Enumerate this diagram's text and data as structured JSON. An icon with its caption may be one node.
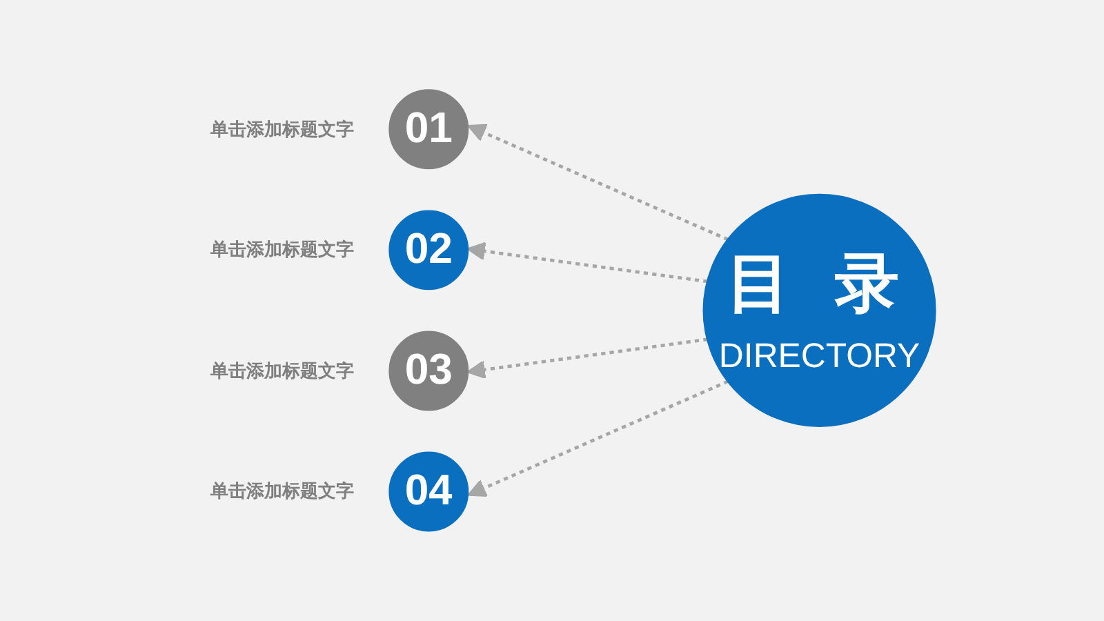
{
  "diagram": {
    "nodes": [
      {
        "text": [
          "目 录",
          "DIRECTORY"
        ]
      },
      {
        "text": [
          "01"
        ],
        "beside": [
          "单击添加标题文字"
        ]
      },
      {
        "text": [
          "02"
        ],
        "beside": [
          "单击添加标题文字"
        ]
      },
      {
        "text": [
          "03"
        ],
        "beside": [
          "单击添加标题文字"
        ]
      },
      {
        "text": [
          "04"
        ],
        "beside": [
          "单击添加标题文字"
        ]
      }
    ],
    "edges": [
      {
        "from": 0,
        "to": 1,
        "arrow": "to",
        "style": "dashed",
        "color": "#a6a6a6"
      },
      {
        "from": 0,
        "to": 2,
        "arrow": "to",
        "style": "dashed",
        "color": "#a6a6a6"
      },
      {
        "from": 0,
        "to": 3,
        "arrow": "to",
        "style": "dashed",
        "color": "#a6a6a6"
      },
      {
        "from": 0,
        "to": 4,
        "arrow": "to",
        "style": "dashed",
        "color": "#a6a6a6"
      }
    ]
  }
}
